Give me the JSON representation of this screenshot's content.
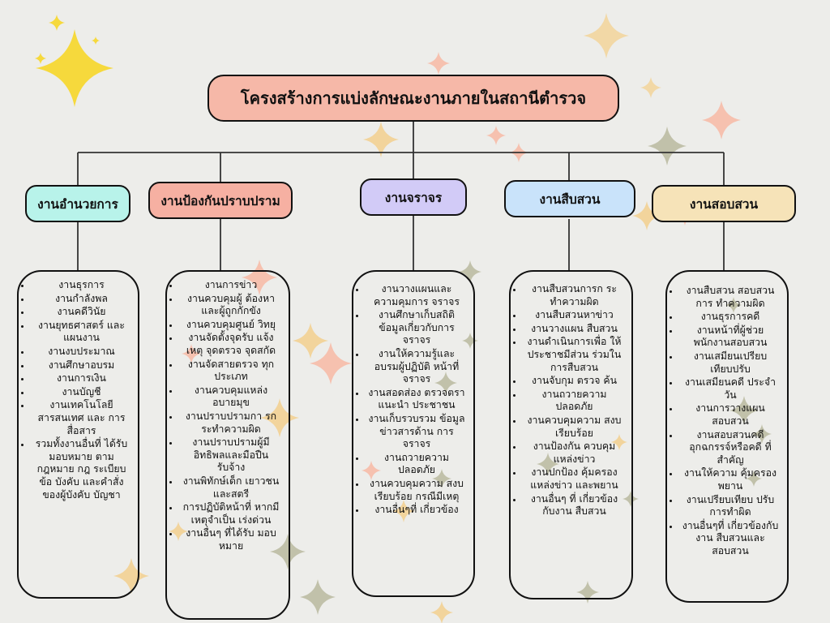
{
  "title": "โครงสร้างการแบ่งลักษณะงานภายในสถานีตำรวจ",
  "colors": {
    "background": "#ededea",
    "title": "#f6b8a8",
    "admin": "#b8f3ea",
    "prevention": "#f6b0a2",
    "traffic": "#d2cbf7",
    "investigation": "#c9e3fa",
    "inquiry": "#f6e3b8"
  },
  "columns": [
    {
      "heading": "งานอำนวยการ",
      "items": [
        "งานธุรการ",
        "งานกำลังพล",
        "งานคดีวินัย",
        "งานยุทธศาสตร์ และแผนงาน",
        "งานงบประมาณ",
        "งานศึกษาอบรม",
        "งานการเงิน",
        "งานบัญชี",
        "งานเทคโนโลยี สารสนเทศ และ การสื่อสาร",
        "รวมทั้งงานอื่นที่ ได้รับมอบหมาย ตามกฎหมาย กฎ ระเบียบ ข้อ บังคับ และคำสั่ง ของผู้บังคับ บัญชา"
      ]
    },
    {
      "heading": "งานป้องกันปราบปราม",
      "items": [
        "งานการข่าว",
        "งานควบคุมผู้ ต้องหา และผู้ถูกกักขัง",
        "งานควบคุมศูนย์ วิทยุ",
        "งานจัดตั้งจุดรับ แจ้งเหตุ จุดตรวจ จุดสกัด",
        "งานจัดสายตรวจ ทุกประเภท",
        "งานควบคุมแหล่ง อบายมุข",
        "งานปราบปรามกา รกระทำความผิด",
        "งานปราบปรามผู้มี อิทธิพลและมือปืน รับจ้าง",
        "งานพิทักษ์เด็ก เยาวชน และสตรี",
        "การปฏิบัติหน้าที่ หากมีเหตุจำเป็น เร่งด่วน",
        "งานอื่นๆ ที่ได้รับ มอบหมาย"
      ]
    },
    {
      "heading": "งานจราจร",
      "items": [
        "งานวางแผนและ ความคุมการ จราจร",
        "งานศึกษาเก็บสถิติ ข้อมูลเกี่ยวกับการ จราจร",
        "งานให้ความรู้และ อบรมผู้ปฏิบัติ หน้าที่จราจร",
        "งานสอดส่อง ตรวจตราแนะนำ ประชาชน",
        "งานเก็บรวบรวม ข้อมูลข่าวสารด้าน การจราจร",
        "งานถวายความ ปลอดภัย",
        "งานควบคุมความ สงบเรียบร้อย กรณีมีเหตุ",
        "งานอื่นๆที่ เกี่ยวข้อง"
      ]
    },
    {
      "heading": "งานสืบสวน",
      "items": [
        "งานสืบสวนการก ระทำความผิด",
        "งานสืบสวนหาข่าว",
        "งานวางแผน สืบสวน",
        "งานดำเนินการเพื่อ ให้ประชาชมีส่วน ร่วมในการสืบสวน",
        "งานจับกุม ตรวจ ค้น",
        "งานถวายความ ปลอดภัย",
        "งานควบคุมความ สงบเรียบร้อย",
        "งานป้องกัน ควบคุมแหล่งข่าว",
        "งานปกป้อง คุ้มครองแหล่งข่าว และพยาน",
        "งานอื่นๆ ที่ เกี่ยวข้องกับงาน สืบสวน"
      ]
    },
    {
      "heading": "งานสอบสวน",
      "items": [
        "งานสืบสวน สอบสวนการ ทำความผิด",
        "งานธุรการคดี",
        "งานหน้าที่ผู้ช่วย พนักงานสอบสวน",
        "งานเสมียนเปรียบ เทียบปรับ",
        "งานเสมียนคดี ประจำวัน",
        "งานการวางแผน สอบสวน",
        "งานสอบสวนคดี อุกฉกรรจ์หรือคดี ที่สำคัญ",
        "งานให้ความ คุ้มครองพยาน",
        "งานเปรียบเทียบ ปรับการทำผิด",
        "งานอื่นๆที่ เกี่ยวข้องกับงาน สืบสวนและ สอบสวน"
      ]
    }
  ]
}
